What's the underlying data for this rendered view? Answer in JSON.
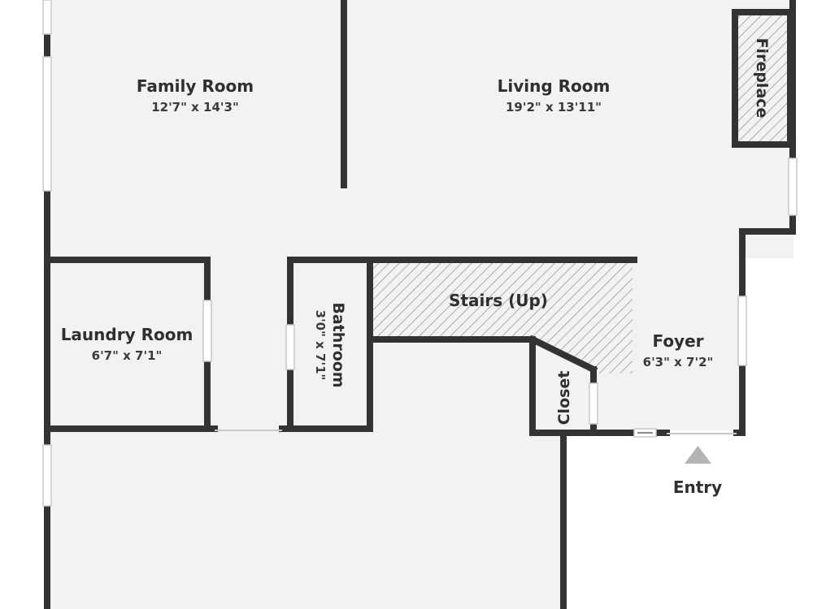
{
  "rooms": {
    "family_room": {
      "name": "Family Room",
      "dims": "12'7\" x 14'3\""
    },
    "living_room": {
      "name": "Living Room",
      "dims": "19'2\" x 13'11\""
    },
    "laundry_room": {
      "name": "Laundry Room",
      "dims": "6'7\" x 7'1\""
    },
    "bathroom": {
      "name": "Bathroom",
      "dims": "3'0\" x 7'1\""
    },
    "foyer": {
      "name": "Foyer",
      "dims": "6'3\" x 7'2\""
    },
    "stairs": {
      "name": "Stairs (Up)"
    },
    "closet": {
      "name": "Closet"
    },
    "fireplace": {
      "name": "Fireplace"
    }
  },
  "entry": {
    "label": "Entry"
  },
  "colors": {
    "wall": "#333333",
    "floor": "#f2f2f2",
    "window": "#c8c8c8",
    "hatch": "#9a9a9a",
    "entry_arrow": "#b4b4b4"
  }
}
